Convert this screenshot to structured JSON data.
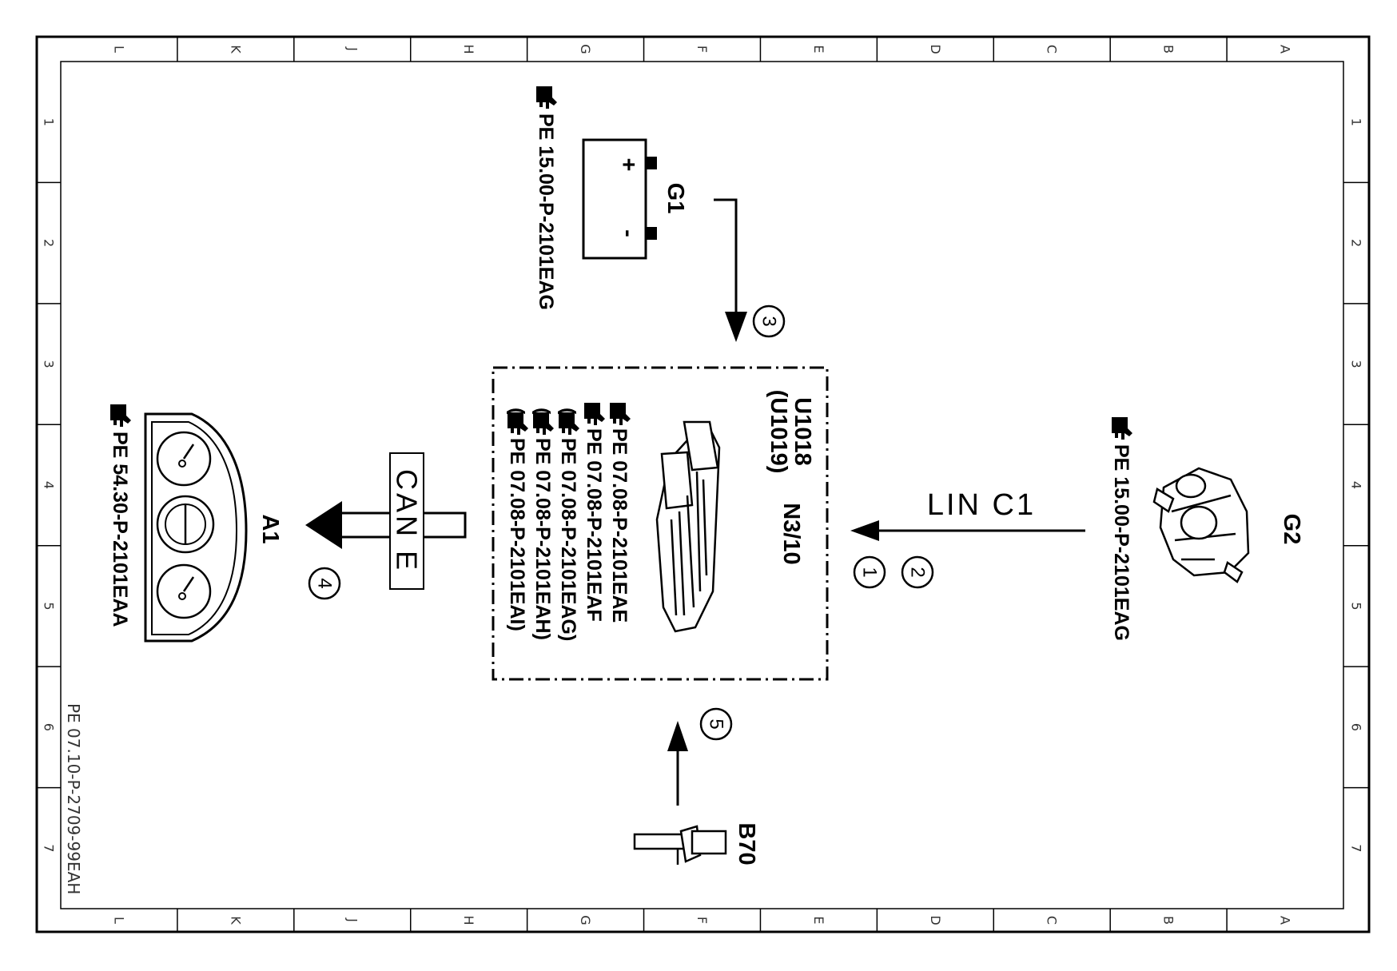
{
  "frame": {
    "columns": [
      "L",
      "K",
      "J",
      "H",
      "G",
      "F",
      "E",
      "D",
      "C",
      "B",
      "A"
    ],
    "rows": [
      "1",
      "2",
      "3",
      "4",
      "5",
      "6",
      "7"
    ]
  },
  "components": {
    "g1": {
      "label": "G1",
      "ref": "PE 15.00-P-2101EAG",
      "plus": "+",
      "minus": "-"
    },
    "g2": {
      "label": "G2",
      "ref": "PE 15.00-P-2101EAG"
    },
    "a1": {
      "label": "A1",
      "ref": "PE 54.30-P-2101EAA"
    },
    "b70": {
      "label": "B70"
    },
    "n3_10": {
      "label": "N3/10",
      "code1": "U1018",
      "code2": "(U1019)",
      "refs": [
        "PE 07.08-P-2101EAE",
        "PE 07.08-P-2101EAF",
        "PE 07.08-P-2101EAG",
        "PE 07.08-P-2101EAH",
        "PE 07.08-P-2101EAI"
      ],
      "ref_brackets": [
        false,
        false,
        true,
        true,
        true
      ]
    }
  },
  "connections": {
    "lin": {
      "label": "LIN C1"
    },
    "can": {
      "label": "CAN E"
    }
  },
  "callouts": [
    "1",
    "2",
    "3",
    "4",
    "5"
  ],
  "document_id": "PE 07.10-P-2709-99EAH"
}
